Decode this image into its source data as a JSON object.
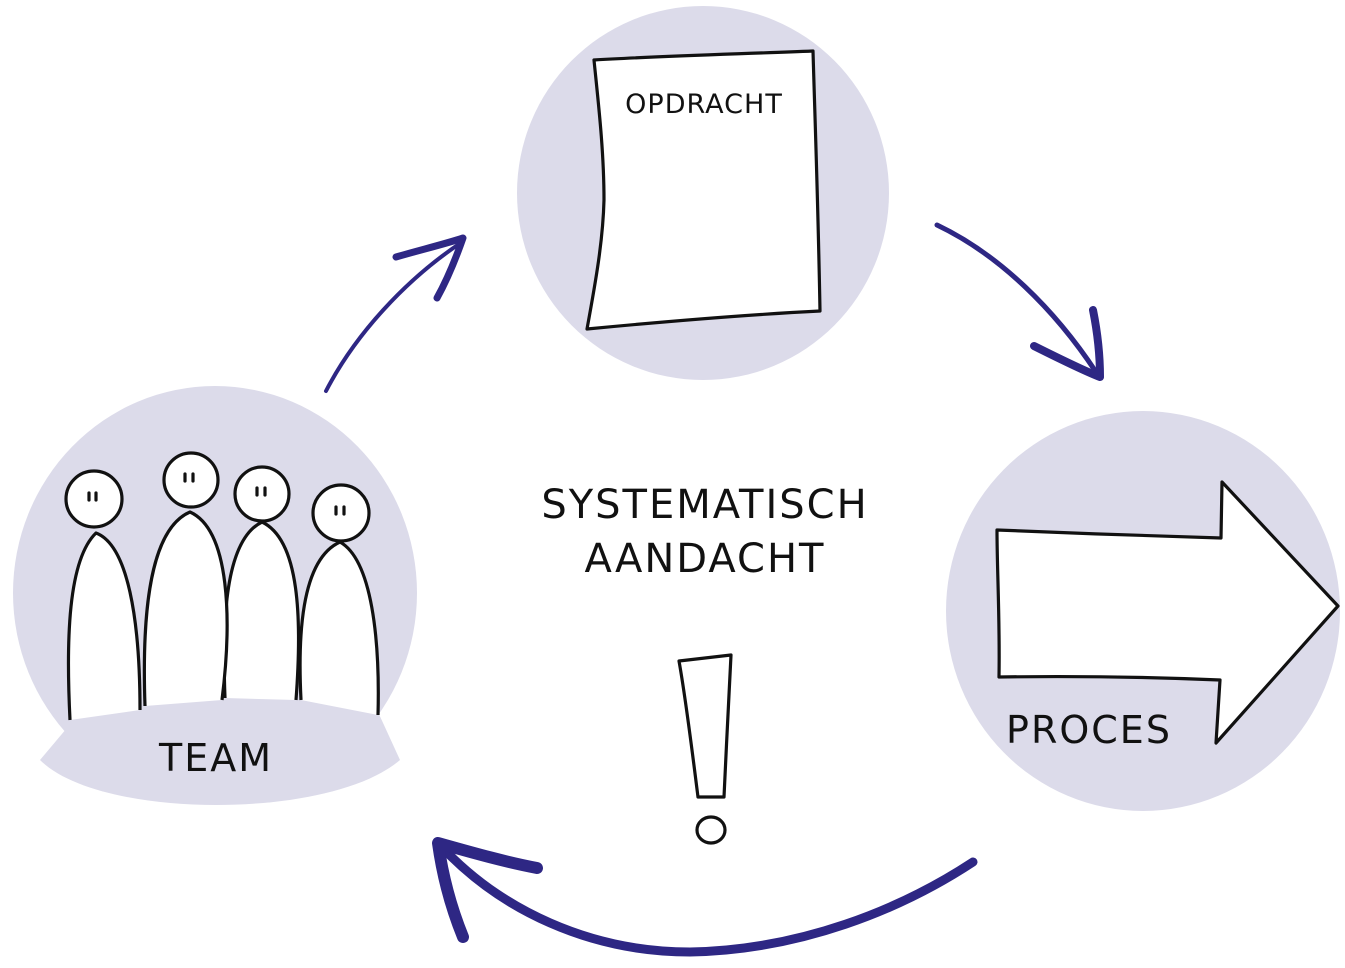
{
  "diagram": {
    "center": {
      "line1": "SYSTEMATISCH",
      "line2": "AANDACHT"
    },
    "nodes": {
      "opdracht": {
        "label": "OPDRACHT"
      },
      "proces": {
        "label": "PROCES"
      },
      "team": {
        "label": "TEAM"
      }
    },
    "icons": {
      "opdracht": "document-icon",
      "proces": "right-arrow-icon",
      "team": "people-group-icon",
      "center": "exclamation-icon"
    }
  },
  "colors": {
    "circle_fill": "#dcdbea",
    "arrow": "#2e2784",
    "ink": "#111111",
    "background": "#ffffff"
  }
}
